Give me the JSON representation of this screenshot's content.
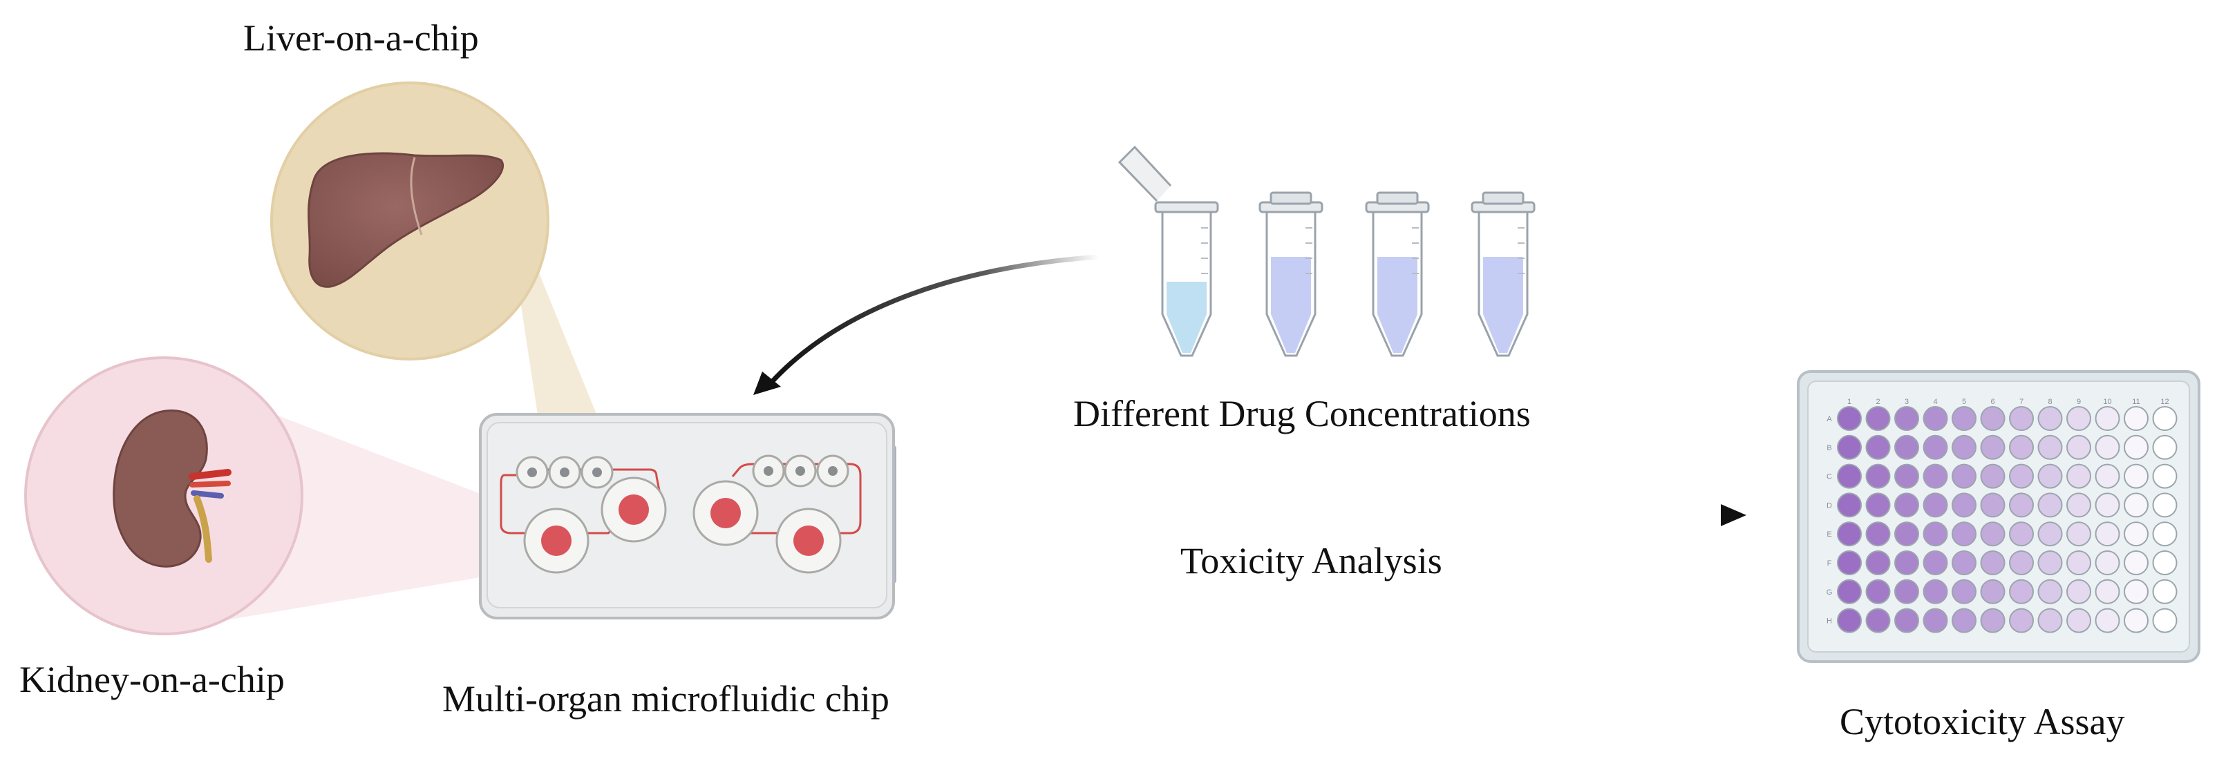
{
  "labels": {
    "liver": "Liver-on-a-chip",
    "kidney": "Kidney-on-a-chip",
    "chip": "Multi-organ microfluidic chip",
    "drugs": "Different Drug Concentrations",
    "toxicity": "Toxicity Analysis",
    "assay": "Cytotoxicity Assay"
  },
  "plate": {
    "columns": [
      "1",
      "2",
      "3",
      "4",
      "5",
      "6",
      "7",
      "8",
      "9",
      "10",
      "11",
      "12"
    ],
    "rows": [
      "A",
      "B",
      "C",
      "D",
      "E",
      "F",
      "G",
      "H"
    ],
    "column_gradient": [
      "#9b6fc4",
      "#a27ac8",
      "#a985cc",
      "#b190d1",
      "#b99dd6",
      "#c2aadb",
      "#cdb9e2",
      "#d8c9e8",
      "#e4d9ef",
      "#f0eaf6",
      "#f9f6fb",
      "#ffffff"
    ]
  },
  "colors": {
    "liver_circle": "#ead9b6",
    "kidney_circle": "#f6dde3",
    "organ_tissue": "#8a5a55",
    "chip_body": "#eceeef",
    "chip_channel": "#d44a4a",
    "well_fill": "#d9555b",
    "tube_liquid": "#c6cdf4",
    "tube_liquid_first": "#bfe0f2",
    "arrow": "#111111"
  },
  "icons": [
    "liver-icon",
    "kidney-icon",
    "microfluidic-chip-icon",
    "microcentrifuge-tube-icon",
    "well-plate-icon",
    "curved-arrow-icon",
    "straight-arrow-icon"
  ]
}
